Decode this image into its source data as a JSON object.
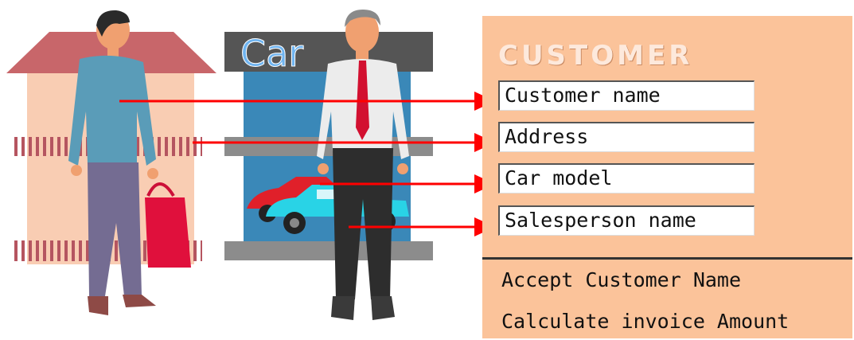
{
  "shop_sign": {
    "text": "Car"
  },
  "entity": {
    "title": "CUSTOMER",
    "attributes": [
      {
        "label": "Customer name"
      },
      {
        "label": "Address"
      },
      {
        "label": "Car model"
      },
      {
        "label": "Salesperson name"
      }
    ],
    "methods": [
      {
        "label": "Accept Customer Name"
      },
      {
        "label": "Calculate invoice Amount"
      }
    ]
  },
  "colors": {
    "panel": "#fbc39a",
    "arrow": "#ff0000",
    "house_roof": "#c8666a",
    "house_wall": "#f9cdb3",
    "shop_sign_bg": "#555555",
    "shop_body": "#3a88b8"
  }
}
